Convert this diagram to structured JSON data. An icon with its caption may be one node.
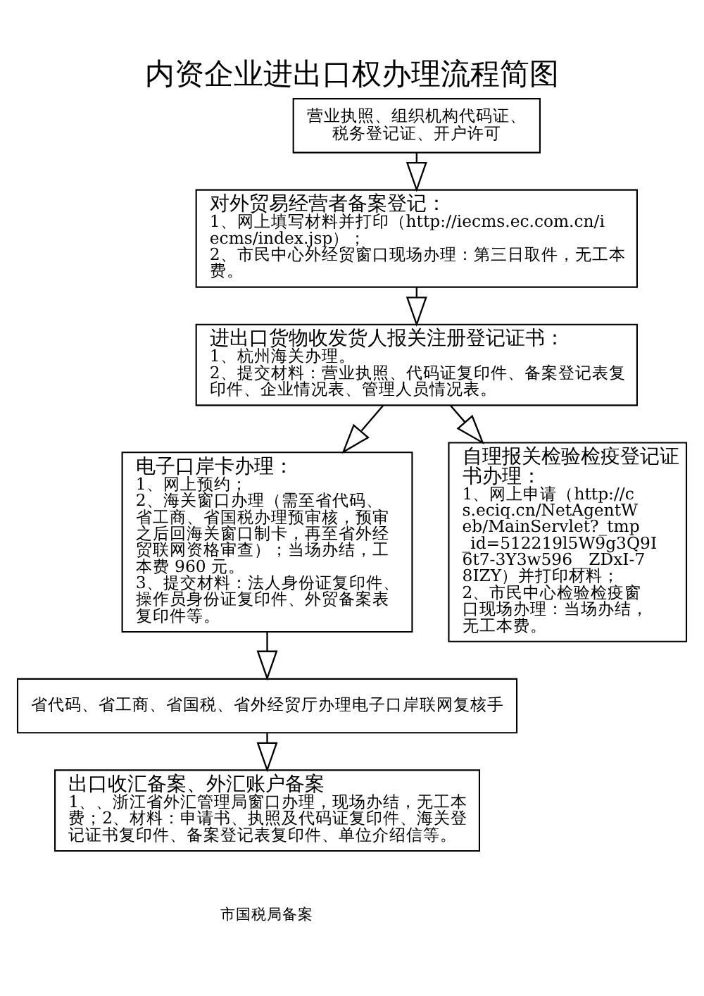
{
  "diagram": {
    "title": "内资企业进出口权办理流程简图",
    "nodes": [
      {
        "text": [
          "营业执照、组织机构代码证、税务登记证、开户许可"
        ]
      },
      {
        "text": [
          "对外贸易经营者备案登记：",
          "1、网上填写材料并打印（http://iecms.ec.com.cn/iecms/index.jsp）；",
          "2、市民中心外经贸窗口现场办理：第三日取件，无工本费。"
        ]
      },
      {
        "text": [
          "进出口货物收发货人报关注册登记证书：",
          "1、杭州海关办理。",
          "2、提交材料：营业执照、代码证复印件、备案登记表复印件、企业情况表、管理人员情况表。"
        ]
      },
      {
        "text": [
          "电子口岸卡办理：",
          "1、网上预约；",
          "2、海关窗口办理（需至省代码、省工商、省国税办理预审核，预审之后回海关窗口制卡，再至省外经贸联网资格审查）；当场办结，工本费 960 元。",
          "3、提交材料：法人身份证复印件、操作员身份证复印件、外贸备案表复印件等。"
        ]
      },
      {
        "text": [
          "自理报关检验检疫登记证书办理：",
          "1、网上申请（http://cs.eciq.cn/NetAgentWeb/MainServlet?_tmp_id=512219l5W9g3Q9I6t7-3Y3w596__ZDxI-78IZY）并打印材料；",
          "2、市民中心检验检疫窗口现场办理：当场办结，无工本费。"
        ]
      },
      {
        "text": [
          "省代码、省工商、省国税、省外经贸厅办理电子口岸联网复核手"
        ]
      },
      {
        "text": [
          "出口收汇备案、外汇账户备案",
          "1、、浙江省外汇管理局窗口办理，现场办结，无工本费；2、材料：申请书、执照及代码证复印件、海关登记证书复印件、备案登记表复印件、单位介绍信等。"
        ]
      }
    ],
    "edges": [
      {
        "from": 0,
        "to": 1,
        "arrow": "to"
      },
      {
        "from": 1,
        "to": 2,
        "arrow": "to"
      },
      {
        "from": 2,
        "to": 3,
        "arrow": "to"
      },
      {
        "from": 2,
        "to": 4,
        "arrow": "to"
      },
      {
        "from": 3,
        "to": 5,
        "arrow": "to"
      },
      {
        "from": 5,
        "to": 6,
        "arrow": "to"
      }
    ],
    "labels": [
      "市国税局备案"
    ]
  }
}
